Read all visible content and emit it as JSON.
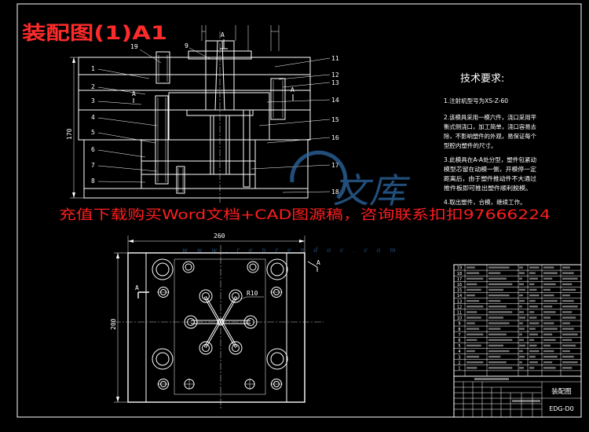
{
  "colors": {
    "background": "#000000",
    "drawing_lines": "#ffffff",
    "title": "#ff2b2b",
    "promo_text": "#ff1e1e",
    "watermark": "#2f6fae"
  },
  "title": "装配图(1)A1",
  "promo_text": "充值下载购买Word文档+CAD图源稿，咨询联系扣扣97666224",
  "watermark": {
    "logo_text": "文库",
    "url": "www.renrendoc.com"
  },
  "tech_requirements": {
    "heading": "技术要求:",
    "lines": [
      "1.注射机型号为XS-Z-60",
      "2.该模具采用一模六件，浇口采用平",
      "衡式侧浇口，加工简单，浇口容易去",
      "除，不影响塑件的外观，易保证每个",
      "型腔内塑件的尺寸。",
      "3.此模具在A-A处分型，塑件包紧动",
      "模型芯留在动模一侧，开模停一定",
      "距离后，由于塑件推动件不大通过",
      "推件板即可推出塑件顺利脱模。",
      "4.取出塑件，合模，继续工作。"
    ]
  },
  "section_view": {
    "callouts": [
      "1",
      "2",
      "3",
      "4",
      "5",
      "6",
      "7",
      "8",
      "9",
      "11",
      "12",
      "13",
      "14",
      "15",
      "16",
      "17",
      "18",
      "19"
    ],
    "dim_height": "170",
    "section_label": "A"
  },
  "plan_view": {
    "dim_width": "260",
    "dim_height": "200",
    "radius_label": "R10",
    "section_label": "A"
  },
  "parts_list": {
    "item_numbers": [
      "19",
      "18",
      "17",
      "16",
      "15",
      "14",
      "13",
      "12",
      "11",
      "10",
      "9",
      "8",
      "7",
      "6",
      "5",
      "4",
      "3",
      "2",
      "1"
    ]
  },
  "title_block": {
    "drawing_name": "装配图",
    "drawing_number": "EDG-D0"
  }
}
